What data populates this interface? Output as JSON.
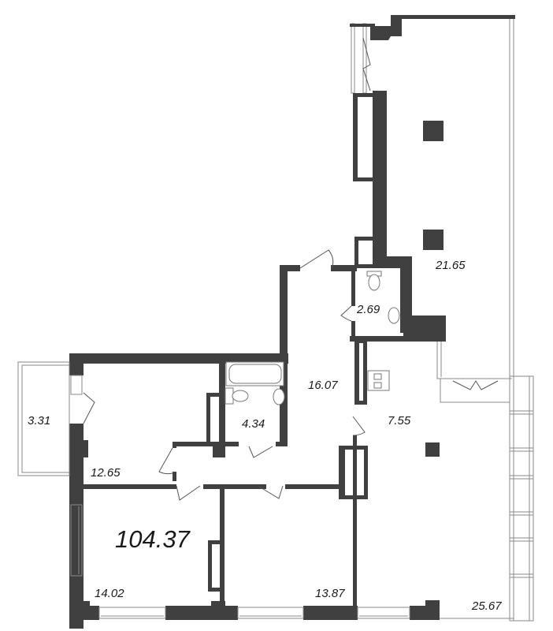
{
  "plan": {
    "total_area": "104.37",
    "wall_color": "#404040",
    "rooms": [
      {
        "id": "terrace",
        "area": "21.65"
      },
      {
        "id": "wc",
        "area": "2.69"
      },
      {
        "id": "hall",
        "area": "16.07"
      },
      {
        "id": "bathroom",
        "area": "4.34"
      },
      {
        "id": "kitchen",
        "area": "7.55"
      },
      {
        "id": "balcony",
        "area": "3.31"
      },
      {
        "id": "bedroom-1",
        "area": "12.65"
      },
      {
        "id": "bedroom-2",
        "area": "14.02"
      },
      {
        "id": "bedroom-3",
        "area": "13.87"
      },
      {
        "id": "living-room",
        "area": "25.67"
      }
    ]
  }
}
